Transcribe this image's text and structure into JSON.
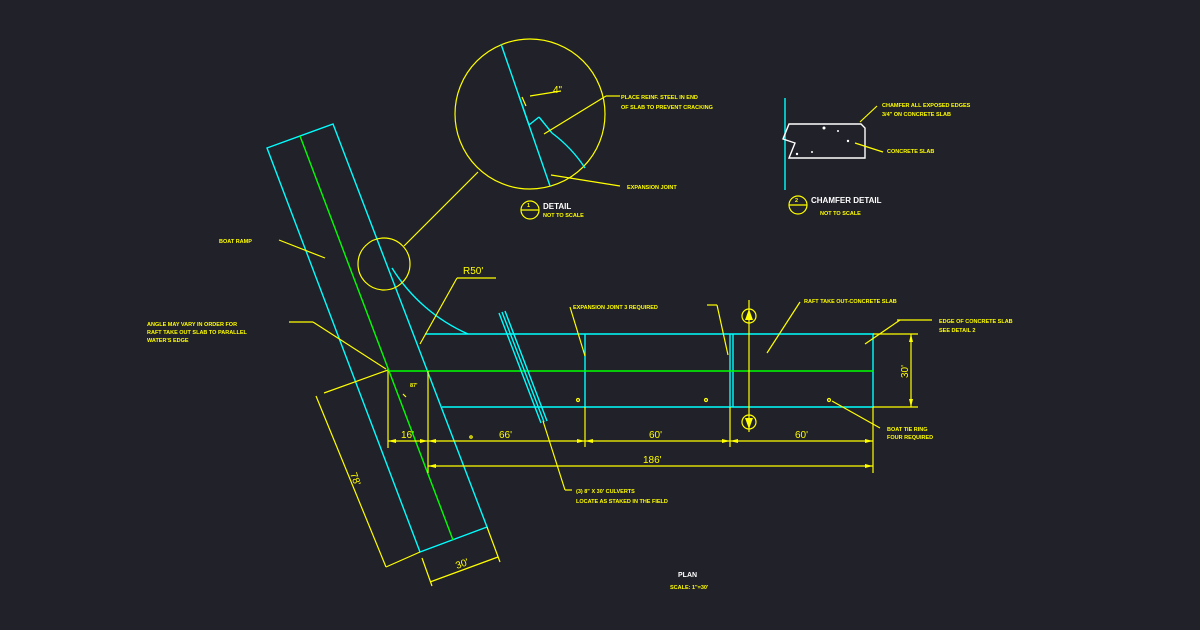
{
  "colors": {
    "background": "#212129",
    "outline": "#00ffff",
    "annotation": "#ffff00",
    "centerline": "#00ff00",
    "detail_text": "#ffffff"
  },
  "detail1": {
    "number": "1",
    "title": "DETAIL",
    "scale": "NOT TO SCALE",
    "dim": "4\"",
    "note1": "PLACE REINF. STEEL IN END",
    "note2": "OF SLAB TO PREVENT CRACKING",
    "joint": "EXPANSION JOINT"
  },
  "detail2": {
    "number": "2",
    "title": "CHAMFER DETAIL",
    "scale": "NOT TO SCALE",
    "note1": "CHAMFER ALL EXPOSED EDGES",
    "note2": "3/4\" ON CONCRETE SLAB",
    "note3": "CONCRETE SLAB"
  },
  "labels": {
    "boat_ramp": "BOAT RAMP",
    "angle1": "ANGLE MAY VARY IN ORDER FOR",
    "angle2": "RAFT TAKE OUT SLAB TO PARALLEL",
    "angle3": "WATER'S EDGE",
    "radius": "R50'",
    "exp_joint": "EXPANSION JOINT 3 REQUIRED",
    "raft_slab": "RAFT TAKE OUT-CONCRETE SLAB",
    "edge1": "EDGE OF CONCRETE SLAB",
    "edge2": "SEE DETAIL 2",
    "angle_value": "87'",
    "tie1": "BOAT TIE RING",
    "tie2": "FOUR REQUIRED",
    "culv1": "(3) 8\" X 30' CULVERTS",
    "culv2": "LOCATE AS STAKED IN THE FIELD",
    "plan": "PLAN",
    "plan_scale": "SCALE: 1\"=30'"
  },
  "dims": {
    "d16": "16'",
    "d66": "66'",
    "d60a": "60'",
    "d60b": "60'",
    "d186": "186'",
    "d30v": "30'",
    "d78": "78'",
    "d30r": "30'"
  }
}
